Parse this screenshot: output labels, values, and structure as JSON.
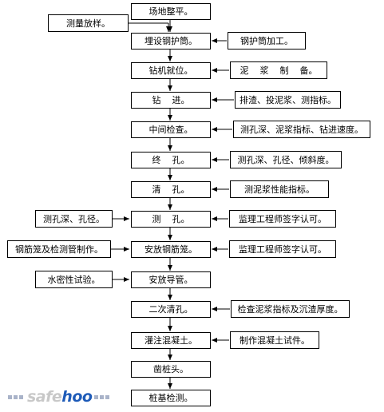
{
  "main_steps": [
    "场地整平。",
    "埋设钢护筒。",
    "钻机就位。",
    "钻    进。",
    "中间检查。",
    "终    孔。",
    "清    孔。",
    "测    孔。",
    "安放钢筋笼。",
    "安放导管。",
    "二次清孔。",
    "灌注混凝土。",
    "凿桩头。",
    "桩基检测。"
  ],
  "side_inputs": {
    "s_survey": "测量放样。",
    "s_casing": "钢护筒加工。",
    "s_mud": "泥    浆    制    备。",
    "s_drill": "排渣、投泥浆、测指标。",
    "s_mid": "测孔深、泥浆指标、钻进速度。",
    "s_final": "测孔深、孔径、倾斜度。",
    "s_clean": "测泥浆性能指标。",
    "s_measure_l": "测孔深、孔径。",
    "s_measure_r": "监理工程师签字认可。",
    "s_cage_l": "钢筋笼及检测管制作。",
    "s_cage_r": "监理工程师签字认可。",
    "s_tube": "水密性试验。",
    "s_clean2": "检查泥浆指标及沉渣厚度。",
    "s_concrete": "制作混凝土试件。"
  },
  "watermark": {
    "part1": "safe",
    "part2": "hoo"
  }
}
